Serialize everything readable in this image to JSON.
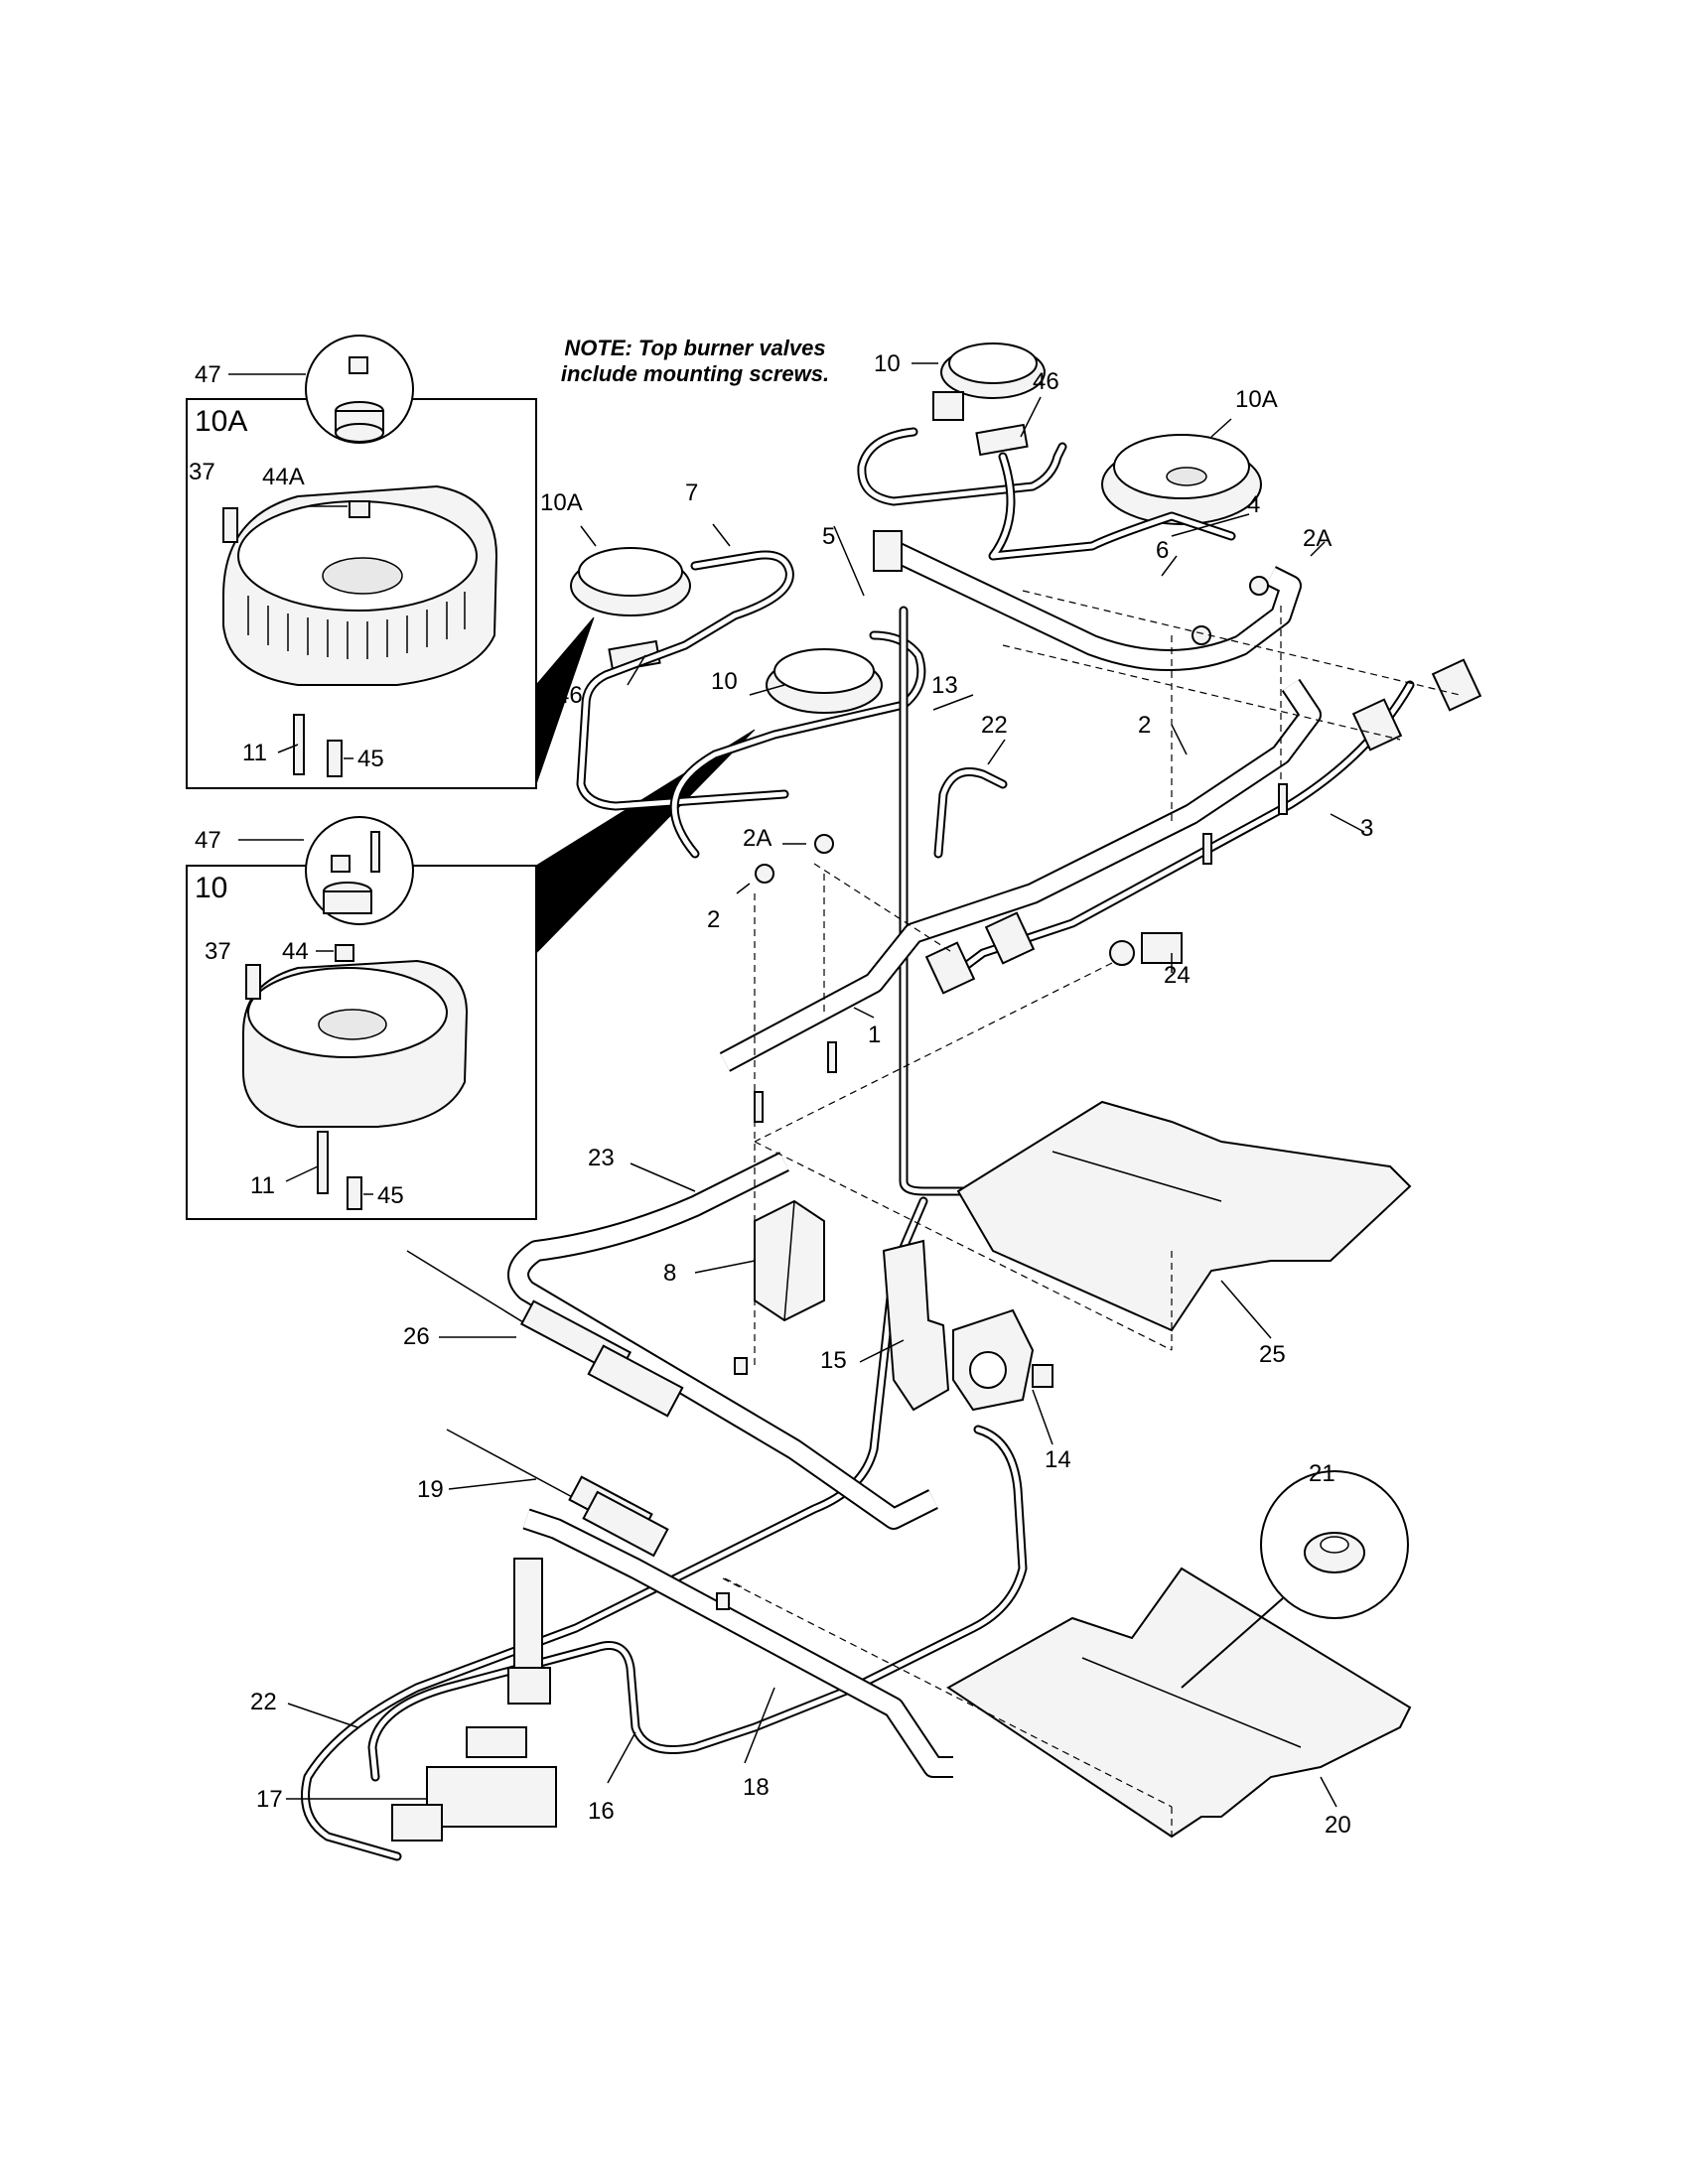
{
  "note": {
    "line1": "NOTE: Top burner valves",
    "line2": "include mounting screws."
  },
  "insets": {
    "upper_title": "10A",
    "lower_title": "10"
  },
  "callouts": {
    "c47_top": "47",
    "c37_top": "37",
    "c44A": "44A",
    "c11_top": "11",
    "c45_top": "45",
    "c47_low": "47",
    "c37_low": "37",
    "c44": "44",
    "c11_low": "11",
    "c45_low": "45",
    "c10_topright": "10",
    "c46_topright": "46",
    "c10A_right": "10A",
    "c10A_left": "10A",
    "c7": "7",
    "c5": "5",
    "c4": "4",
    "c2A_right": "2A",
    "c6": "6",
    "c46_left": "46",
    "c10_center": "10",
    "c13": "13",
    "c22_upper": "22",
    "c2_right": "2",
    "c3": "3",
    "c2A_left": "2A",
    "c2_left": "2",
    "c24": "24",
    "c1": "1",
    "c23": "23",
    "c8": "8",
    "c26": "26",
    "c15": "15",
    "c25": "25",
    "c14": "14",
    "c19": "19",
    "c21": "21",
    "c22_lower": "22",
    "c17": "17",
    "c16": "16",
    "c18": "18",
    "c20": "20"
  }
}
